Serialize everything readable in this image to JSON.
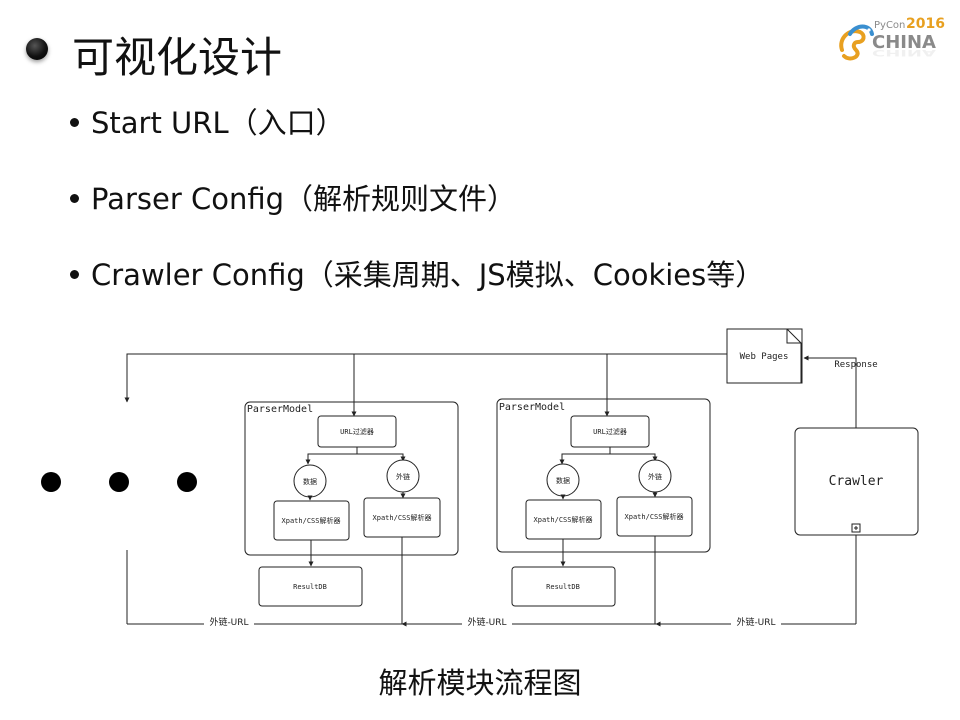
{
  "slide": {
    "title": "可视化设计",
    "bullets": [
      "Start URL（入口）",
      "Parser Config（解析规则文件）",
      "Crawler Config（采集周期、JS模拟、Cookies等）"
    ],
    "caption": "解析模块流程图"
  },
  "logo": {
    "brand": "PyCon",
    "year": "2016",
    "country": "CHINA"
  },
  "diagram": {
    "web_pages_label": "Web Pages",
    "response_label": "Response",
    "crawler_label": "Crawler",
    "parser_models": [
      {
        "title": "ParserModel",
        "url_filter": "URL过滤器",
        "data_node": "数据",
        "link_node": "外链",
        "xpath_left": "Xpath/CSS解析器",
        "xpath_right": "Xpath/CSS解析器",
        "result_db": "ResultDB"
      },
      {
        "title": "ParserModel",
        "url_filter": "URL过滤器",
        "data_node": "数据",
        "link_node": "外链",
        "xpath_left": "Xpath/CSS解析器",
        "xpath_right": "Xpath/CSS解析器",
        "result_db": "ResultDB"
      }
    ],
    "edge_labels": [
      "外链-URL",
      "外链-URL",
      "外链-URL"
    ]
  },
  "colors": {
    "logo_orange": "#e8a020",
    "logo_blue": "#3a8fd0",
    "logo_gray": "#8a8a8a"
  }
}
